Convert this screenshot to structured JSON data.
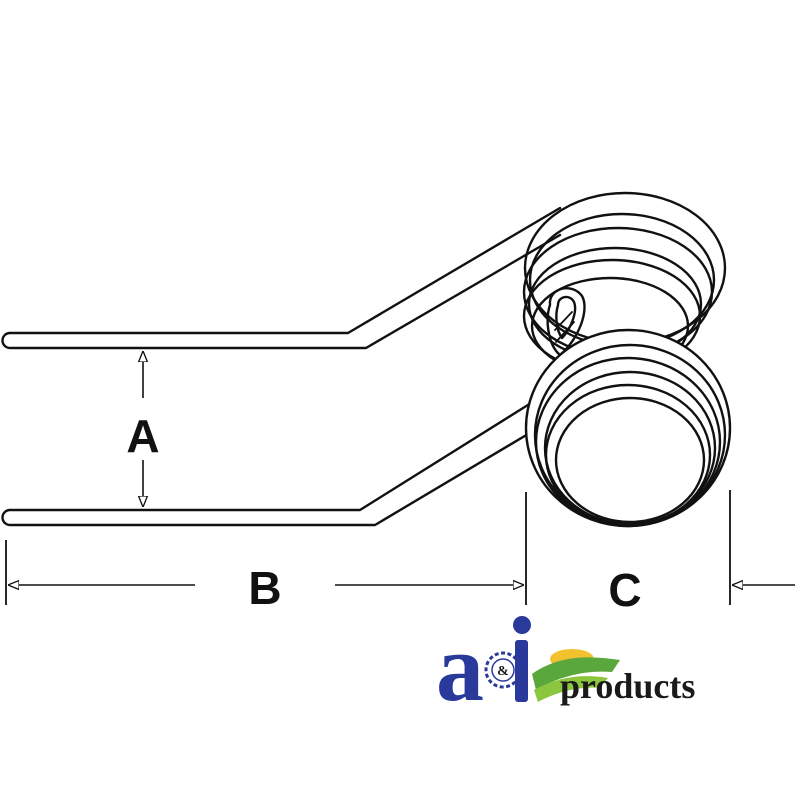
{
  "labels": {
    "dimension_a": "A",
    "dimension_b": "B",
    "dimension_c": "C"
  },
  "logo": {
    "wordmark": "a&i products",
    "products_text": "products",
    "colors": {
      "blue": "#2a3a9a",
      "green": "#5aa83c",
      "yellow": "#f2c12e"
    }
  },
  "colors": {
    "line": "#111111",
    "background": "#ffffff"
  }
}
